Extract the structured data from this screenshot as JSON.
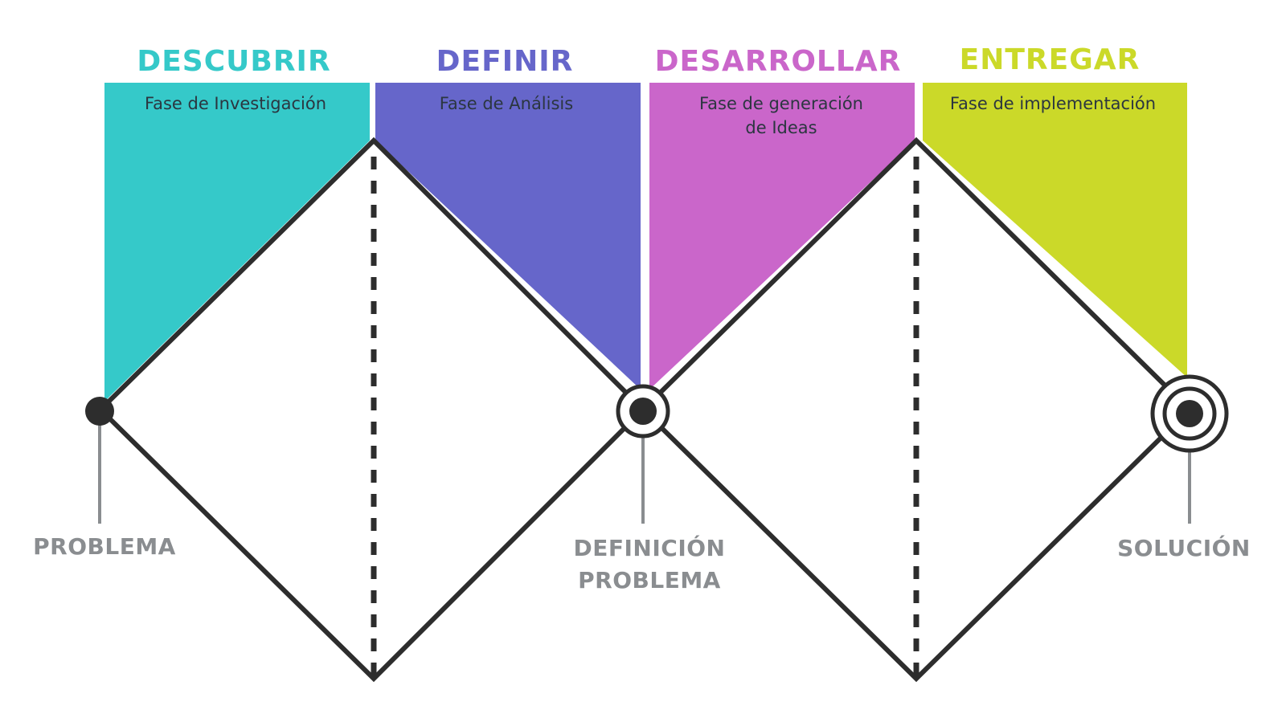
{
  "phases": [
    {
      "title": "DESCUBRIR",
      "subtitle_lines": [
        "Fase de Investigación"
      ],
      "color": "#35C9C9"
    },
    {
      "title": "DEFINIR",
      "subtitle_lines": [
        "Fase de Análisis"
      ],
      "color": "#6666CA"
    },
    {
      "title": "DESARROLLAR",
      "subtitle_lines": [
        "Fase de generación",
        "de Ideas"
      ],
      "color": "#CA66CA"
    },
    {
      "title": "ENTREGAR",
      "subtitle_lines": [
        "Fase de implementación"
      ],
      "color": "#CBD929"
    }
  ],
  "milestones": [
    {
      "label_lines": [
        "PROBLEMA"
      ],
      "marker": "dot"
    },
    {
      "label_lines": [
        "DEFINICIÓN",
        "PROBLEMA"
      ],
      "marker": "ring"
    },
    {
      "label_lines": [
        "SOLUCIÓN"
      ],
      "marker": "target"
    }
  ],
  "colors": {
    "line": "#2d2d2d",
    "label_gray": "#8a8d90"
  }
}
